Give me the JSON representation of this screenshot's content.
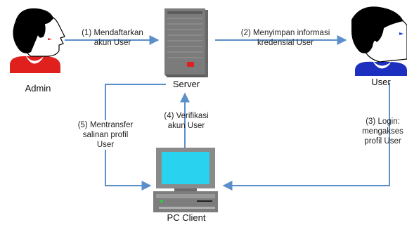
{
  "nodes": {
    "admin": "Admin",
    "server": "Server",
    "user": "User",
    "pc_client": "PC Client"
  },
  "edges": {
    "e1_line1": "(1) Mendaftarkan",
    "e1_line2": "akun User",
    "e2_line1": "(2) Menyimpan informasi",
    "e2_line2": "kredensial User",
    "e3_line1": "(3) Login:",
    "e3_line2": "mengakses",
    "e3_line3": "profil User",
    "e4_line1": "(4) Verifikasi",
    "e4_line2": "akun User",
    "e5_line1": "(5) Mentransfer",
    "e5_line2": "salinan profil",
    "e5_line3": "User"
  },
  "colors": {
    "arrow": "#5b8fc9",
    "hair": "#000000",
    "admin_shirt": "#e0201c",
    "user_shirt": "#1c2fbf",
    "admin_eye": "#d8262a",
    "user_eye": "#1c3fd8",
    "server_body": "#7b7b7b",
    "server_led": "#e02020",
    "screen": "#29d3f0"
  }
}
